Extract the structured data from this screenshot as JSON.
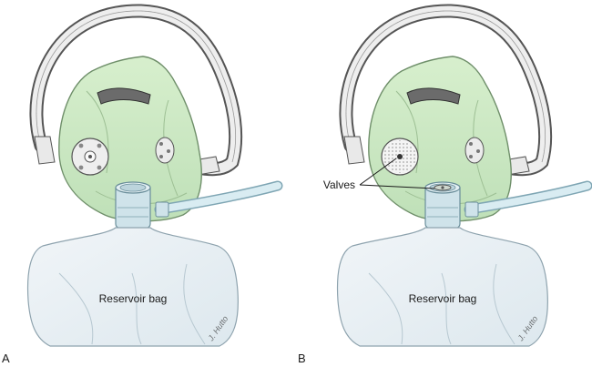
{
  "panels": [
    {
      "letter": "A",
      "bag_label": "Reservoir bag",
      "valve_style": "open-port",
      "signature": "J. Hutto"
    },
    {
      "letter": "B",
      "bag_label": "Reservoir bag",
      "valve_style": "one-way-valve",
      "valve_callout": "Valves",
      "signature": "J. Hutto"
    }
  ],
  "colors": {
    "mask_fill": "#cfe8c4",
    "mask_stroke": "#6f8f6a",
    "strap": "#e9e9e9",
    "bag_fill": "#e6eef3",
    "tube_fill": "#d9ecf2",
    "nose_clip": "#6b6b6b"
  }
}
